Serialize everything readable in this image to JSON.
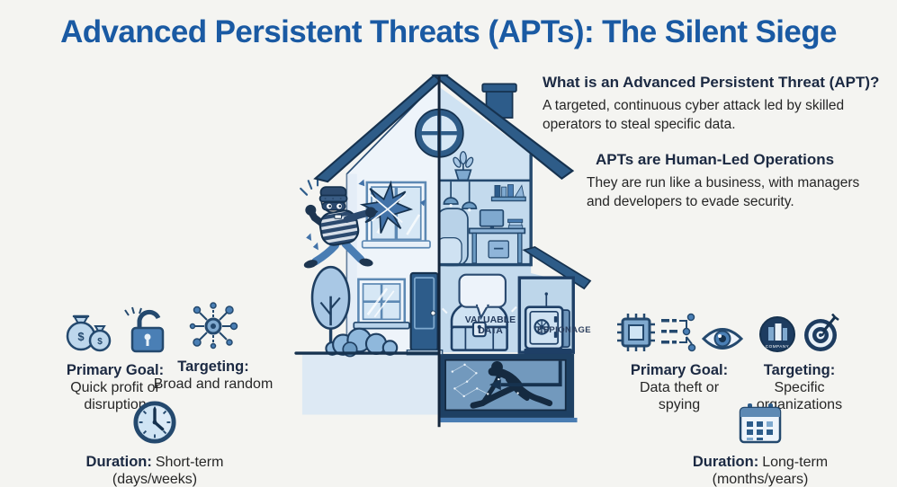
{
  "title": "Advanced Persistent Threats (APTs): The Silent Siege",
  "info_blocks": {
    "what": {
      "heading": "What is an Advanced Persistent Threat (APT)?",
      "body": "A targeted, continuous cyber attack led by skilled operators to steal specific data."
    },
    "human": {
      "heading": "APTs are Human-Led Operations",
      "body": "They are run like a business, with managers and developers to evade security."
    }
  },
  "house": {
    "valuable_data": "VALUABLE DATA",
    "espionage": "ESPIONAGE"
  },
  "icons": {
    "dollar": "$",
    "company": "COMPANY"
  },
  "common_threats": {
    "primary_goal_label": "Primary Goal:",
    "primary_goal_value": "Quick profit or disruption",
    "targeting_label": "Targeting:",
    "targeting_value": "Broad and random",
    "duration_label": "Duration:",
    "duration_value": "Short-term",
    "duration_detail": "(days/weeks)"
  },
  "apt_threats": {
    "primary_goal_label": "Primary Goal:",
    "primary_goal_value": "Data theft or spying",
    "targeting_label": "Targeting:",
    "targeting_value": "Specific organizations",
    "duration_label": "Duration:",
    "duration_value": "Long-term",
    "duration_detail": "(months/years)"
  },
  "colors": {
    "title_blue": "#1a5aa3",
    "heading_navy": "#1b2942",
    "body_text": "#262626",
    "roof_blue": "#2e5c88",
    "outline_navy": "#16324f",
    "interior_blue": "#c3daed",
    "basement_blue": "#7299bd"
  }
}
